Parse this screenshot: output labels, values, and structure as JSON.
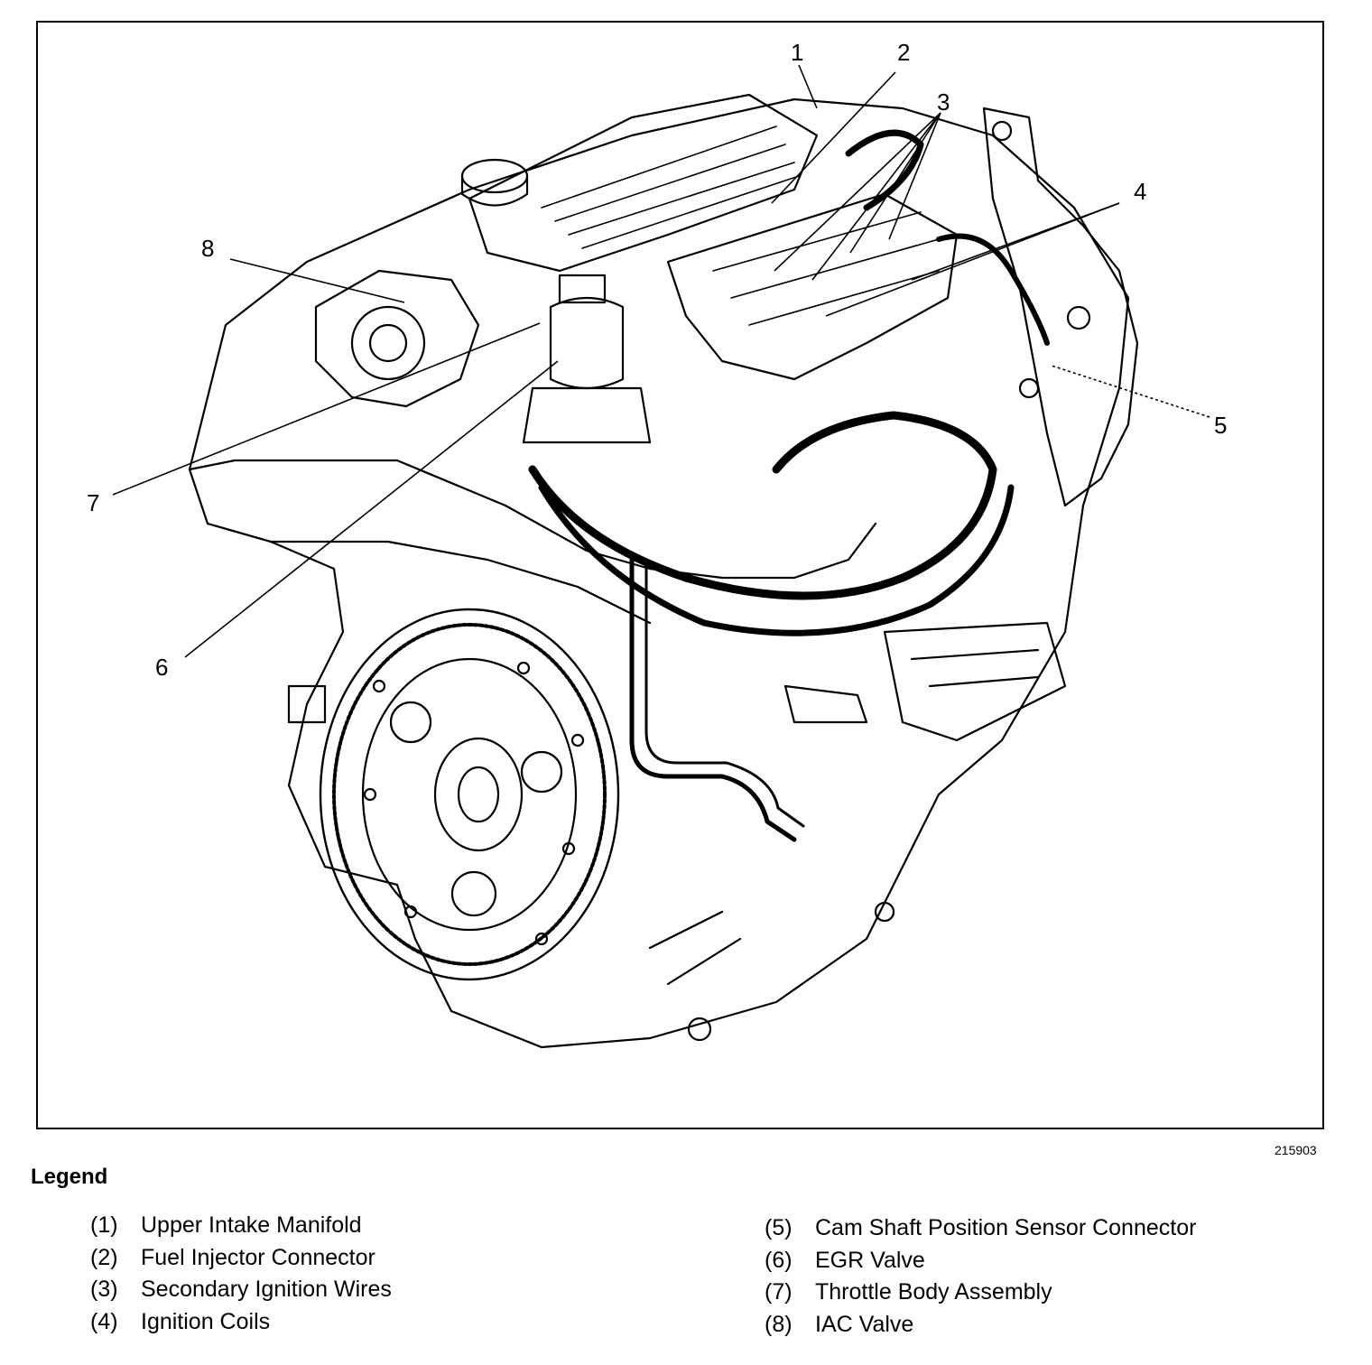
{
  "figure_id": "215903",
  "callout_numbers": [
    "1",
    "2",
    "3",
    "4",
    "5",
    "6",
    "7",
    "8"
  ],
  "legend": {
    "title": "Legend",
    "items": [
      {
        "num": "(1)",
        "label": "Upper Intake Manifold"
      },
      {
        "num": "(2)",
        "label": "Fuel Injector Connector"
      },
      {
        "num": "(3)",
        "label": "Secondary Ignition Wires"
      },
      {
        "num": "(4)",
        "label": "Ignition Coils"
      },
      {
        "num": "(5)",
        "label": "Cam Shaft Position Sensor Connector"
      },
      {
        "num": "(6)",
        "label": "EGR Valve"
      },
      {
        "num": "(7)",
        "label": "Throttle Body Assembly"
      },
      {
        "num": "(8)",
        "label": "IAC Valve"
      }
    ]
  }
}
